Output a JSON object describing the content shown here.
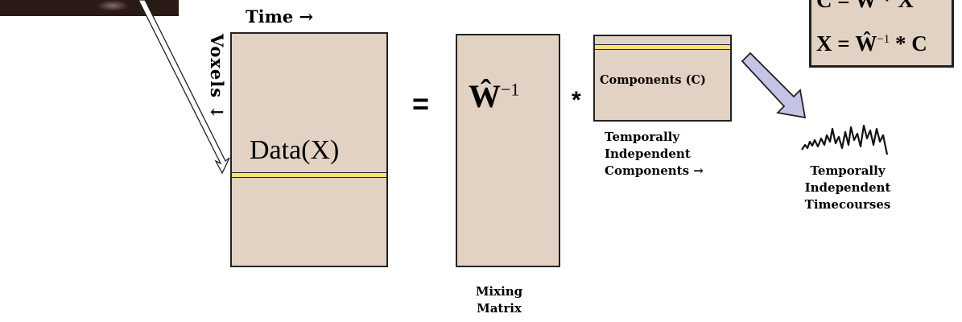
{
  "axes": {
    "time_label": "Time →",
    "voxels_label": "Voxels ↓"
  },
  "data_matrix": {
    "label": "Data(X)"
  },
  "operators": {
    "equals": "=",
    "times": "*"
  },
  "mixing_matrix": {
    "symbol": "Ŵ",
    "exponent": "−1",
    "caption_line1": "Mixing",
    "caption_line2": "Matrix"
  },
  "components_matrix": {
    "label": "Components (C)",
    "caption_line1": "Temporally",
    "caption_line2": "Independent",
    "caption_line3": "Components →"
  },
  "timecourse": {
    "caption_line1": "Temporally",
    "caption_line2": "Independent",
    "caption_line3": "Timecourses"
  },
  "formula_box": {
    "line1": "C = W * X",
    "line2_lhs": "X = Ŵ",
    "line2_exp": "−1",
    "line2_rhs": " * C"
  },
  "colors": {
    "matrix_fill": "#e2d2c3",
    "highlight_row": "#f4e56e",
    "arrow_fill": "#c5c3e6"
  }
}
